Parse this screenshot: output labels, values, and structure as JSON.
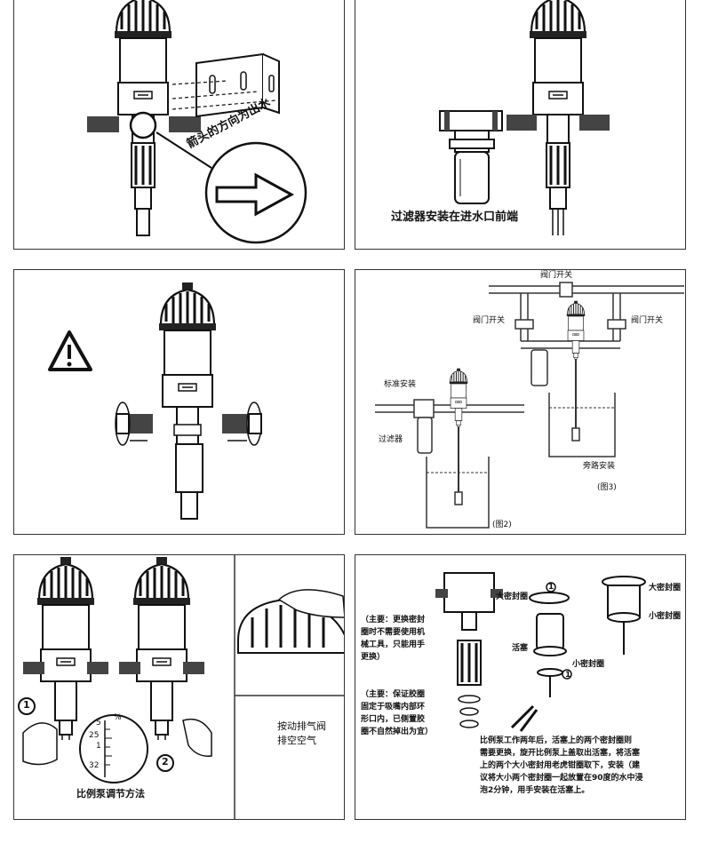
{
  "panels": {
    "p1": {
      "arrow_caption": "箭头的方向为出水"
    },
    "p2": {
      "caption": "过滤器安装在进水口前端"
    },
    "p4": {
      "valve_top": "阀门开关",
      "valve_left": "阀门开关",
      "valve_right": "阀门开关",
      "standard": "标准安装",
      "filter": "过滤器",
      "bypass": "旁路安装",
      "fig3": "(图3)",
      "fig2": "(图2)"
    },
    "p5": {
      "title": "比例泵调节方法",
      "vent_line1": "按动排气阀",
      "vent_line2": "排空空气",
      "step1": "1",
      "step2": "2",
      "scale_top": "%",
      "scale_25": "25",
      "scale_32": "32",
      "scale_5": "5",
      "scale_1": "1"
    },
    "p6": {
      "note1_line1": "（主要：更换密封",
      "note1_line2": "圈时不需要使用机",
      "note1_line3": "械工具，只能用手",
      "note1_line4": "更换）",
      "note2_line1": "（主要：保证胶圈",
      "note2_line2": "固定于吸嘴内部环",
      "note2_line3": "形口内，已侧置胶",
      "note2_line4": "圈不自然掉出为宜）",
      "big_seal_a": "大密封圈",
      "big_seal_b": "大密封圈",
      "small_seal_a": "小密封圈",
      "small_seal_b": "小密封圈",
      "piston": "活塞",
      "p1": "1",
      "p2": "1",
      "instr_line1": "比例泵工作两年后，活塞上的两个密封圈则",
      "instr_line2": "需要更换，旋开比例泵上盖取出活塞，将活塞",
      "instr_line3": "上的两个大小密封用老虎钳圈取下，安装（建",
      "instr_line4": "议将大小两个密封圈一起放置在90度的水中浸",
      "instr_line5": "泡2分钟，用手安装在活塞上。"
    }
  }
}
